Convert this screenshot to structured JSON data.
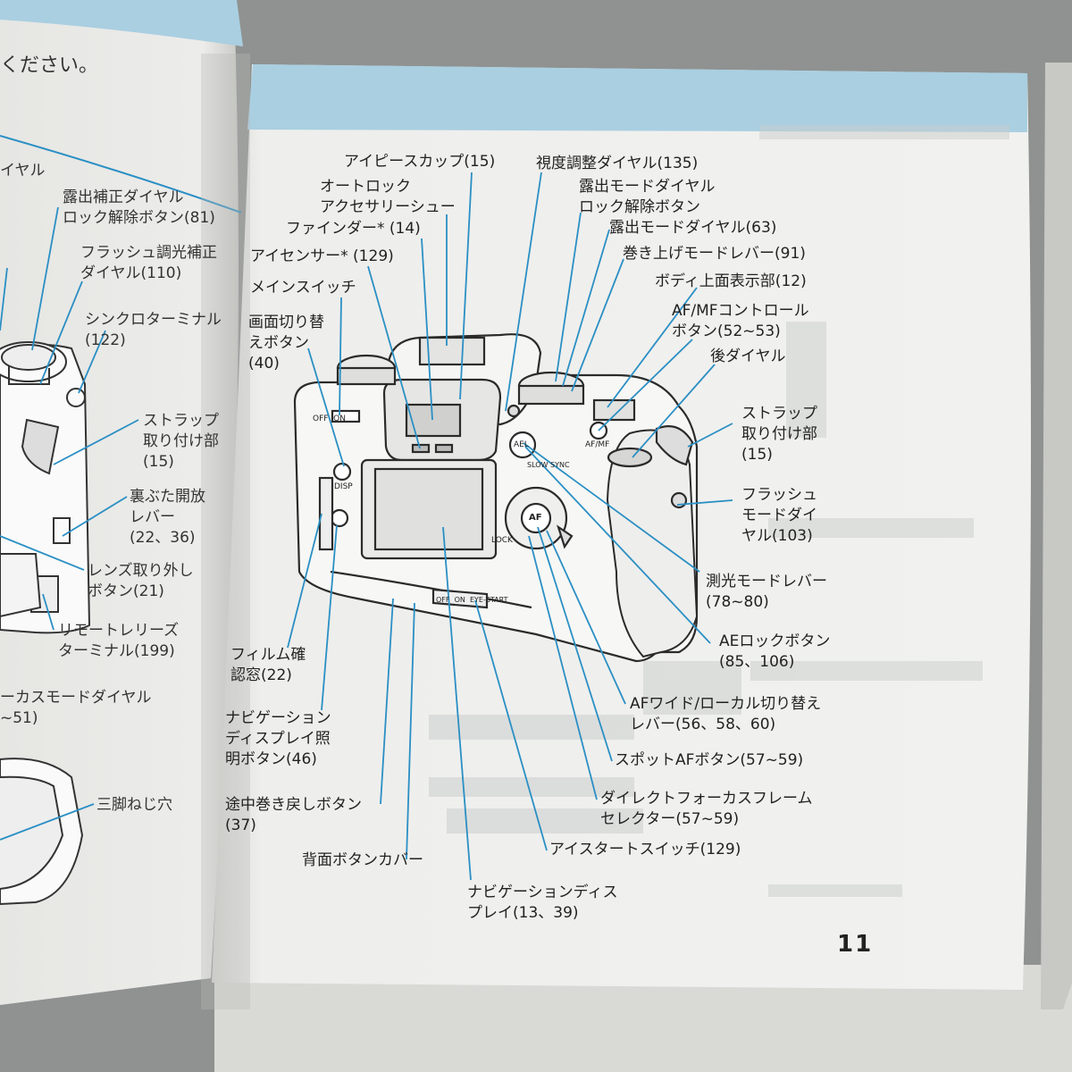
{
  "left_page": {
    "top_fragment": "ください。",
    "labels": [
      {
        "id": "dial-suffix",
        "text": "イヤル"
      },
      {
        "id": "exposure-comp-lock",
        "text": "露出補正ダイヤル\nロック解除ボタン(81)"
      },
      {
        "id": "flash-comp-dial",
        "text": "フラッシュ調光補正\nダイヤル(110)"
      },
      {
        "id": "sync-terminal",
        "text": "シンクロターミナル\n(122)"
      },
      {
        "id": "strap-lug-left",
        "text": "ストラップ\n取り付け部\n(15)"
      },
      {
        "id": "back-cover-lever",
        "text": "裏ぶた開放\nレバー\n(22、36)"
      },
      {
        "id": "lens-release",
        "text": "レンズ取り外し\nボタン(21)"
      },
      {
        "id": "remote-terminal",
        "text": "リモートレリーズ\nターミナル(199)"
      },
      {
        "id": "focus-mode-dial",
        "text": "ーカスモードダイヤル\n~51)"
      },
      {
        "id": "tripod-socket",
        "text": "三脚ねじ穴"
      }
    ]
  },
  "right_page": {
    "page_number": "11",
    "labels": [
      {
        "id": "eyepiece-cup",
        "text": "アイピースカップ(15)"
      },
      {
        "id": "diopter-dial",
        "text": "視度調整ダイヤル(135)"
      },
      {
        "id": "auto-lock-shoe",
        "text": "オートロック\nアクセサリーシュー"
      },
      {
        "id": "exposure-mode-lock",
        "text": "露出モードダイヤル\nロック解除ボタン"
      },
      {
        "id": "viewfinder",
        "text": "ファインダー* (14)"
      },
      {
        "id": "exposure-mode-dial",
        "text": "露出モードダイヤル(63)"
      },
      {
        "id": "eye-sensor",
        "text": "アイセンサー* (129)"
      },
      {
        "id": "drive-mode-lever",
        "text": "巻き上げモードレバー(91)"
      },
      {
        "id": "main-switch",
        "text": "メインスイッチ"
      },
      {
        "id": "top-display",
        "text": "ボディ上面表示部(12)"
      },
      {
        "id": "display-switch",
        "text": "画面切り替\nえボタン\n(40)"
      },
      {
        "id": "af-mf-button",
        "text": "AF/MFコントロール\nボタン(52~53)"
      },
      {
        "id": "rear-dial",
        "text": "後ダイヤル"
      },
      {
        "id": "strap-lug-right",
        "text": "ストラップ\n取り付け部\n(15)"
      },
      {
        "id": "flash-mode-dial",
        "text": "フラッシュ\nモードダイ\nヤル(103)"
      },
      {
        "id": "metering-lever",
        "text": "測光モードレバー\n(78~80)"
      },
      {
        "id": "ae-lock",
        "text": "AEロックボタン\n(85、106)"
      },
      {
        "id": "af-wide-local",
        "text": "AFワイド/ローカル切り替え\nレバー(56、58、60)"
      },
      {
        "id": "film-window",
        "text": "フィルム確\n認窓(22)"
      },
      {
        "id": "spot-af",
        "text": "スポットAFボタン(57~59)"
      },
      {
        "id": "nav-illum",
        "text": "ナビゲーション\nディスプレイ照\n明ボタン(46)"
      },
      {
        "id": "focus-frame-selector",
        "text": "ダイレクトフォーカスフレーム\nセレクター(57~59)"
      },
      {
        "id": "midroll-rewind",
        "text": "途中巻き戻しボタン\n(37)"
      },
      {
        "id": "eye-start",
        "text": "アイスタートスイッチ(129)"
      },
      {
        "id": "back-cover-btn",
        "text": "背面ボタンカバー"
      },
      {
        "id": "nav-display",
        "text": "ナビゲーションディス\nプレイ(13、39)"
      }
    ],
    "camera_markings": [
      {
        "id": "mark-off-on",
        "text": "OFF  ON"
      },
      {
        "id": "mark-disp",
        "text": "DISP"
      },
      {
        "id": "mark-ael",
        "text": "AEL"
      },
      {
        "id": "mark-af",
        "text": "AF"
      },
      {
        "id": "mark-afmf",
        "text": "AF/MF"
      },
      {
        "id": "mark-lock",
        "text": "LOCK"
      },
      {
        "id": "mark-slow-sync",
        "text": "SLOW SYNC"
      },
      {
        "id": "mark-eye-start",
        "text": "OFF  ON  EYE-START"
      }
    ]
  },
  "colors": {
    "band": "#a9cfe1",
    "line": "#2a8fc4",
    "paper": "#ededeb"
  }
}
